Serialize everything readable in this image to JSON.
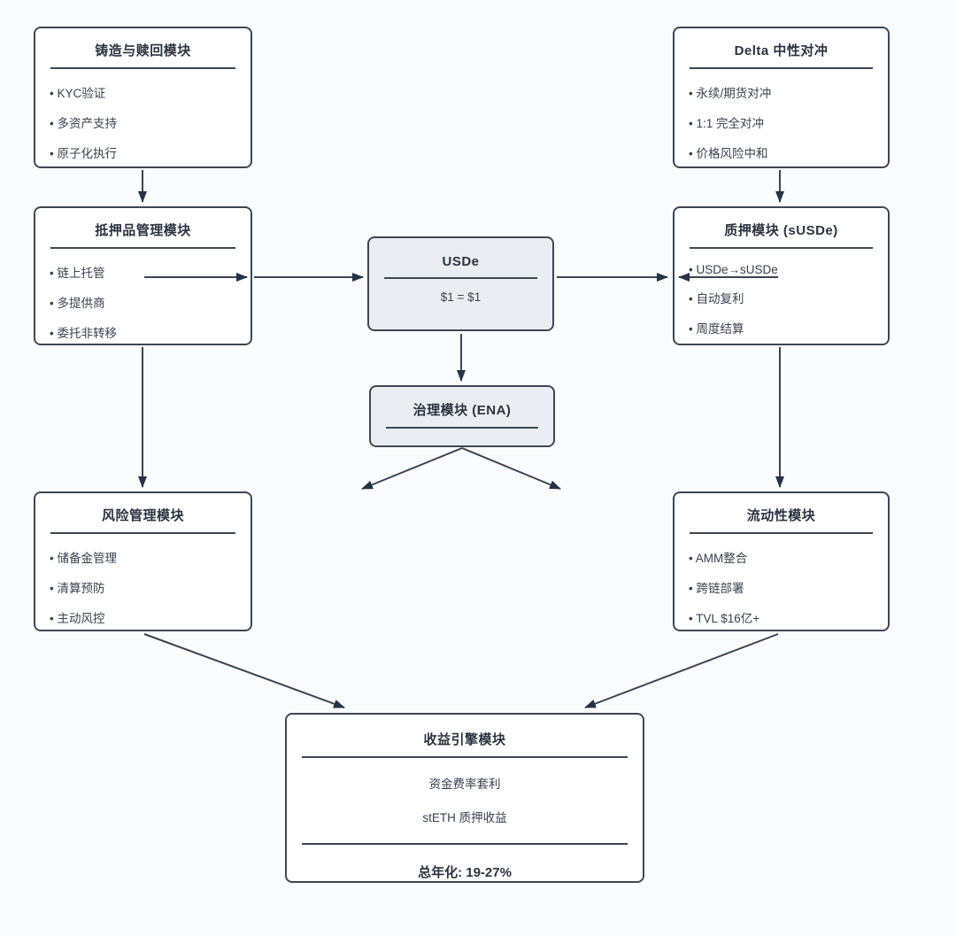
{
  "diagram": {
    "colors": {
      "background": "#fbfcfd",
      "node_fill": "#ffffff",
      "accent_fill": "#eaeef2",
      "stroke": "#3e4753",
      "arrowhead": "#263246",
      "text": "#2e3744"
    },
    "nodes": {
      "mint": {
        "title": "铸造与赎回模块",
        "items": [
          "KYC验证",
          "多资产支持",
          "原子化执行"
        ]
      },
      "delta": {
        "title": "Delta 中性对冲",
        "items": [
          "永续/期货对冲",
          "1:1 完全对冲",
          "价格风险中和"
        ]
      },
      "collateral": {
        "title": "抵押品管理模块",
        "items": [
          "链上托管",
          "多提供商",
          "委托非转移"
        ]
      },
      "staking": {
        "title": "质押模块 (sUSDe)",
        "items": [
          "USDe→sUSDe",
          "自动复利",
          "周度结算"
        ]
      },
      "usde": {
        "title": "USDe",
        "subtitle": "$1 = $1"
      },
      "governance": {
        "title": "治理模块 (ENA)"
      },
      "risk": {
        "title": "风险管理模块",
        "items": [
          "储备金管理",
          "清算预防",
          "主动风控"
        ]
      },
      "liquidity": {
        "title": "流动性模块",
        "items": [
          "AMM整合",
          "跨链部署",
          "TVL $16亿+"
        ]
      },
      "yield": {
        "title": "收益引擎模块",
        "lines": [
          "资金费率套利",
          "stETH 质押收益"
        ],
        "total": "总年化: 19-27%"
      }
    }
  }
}
